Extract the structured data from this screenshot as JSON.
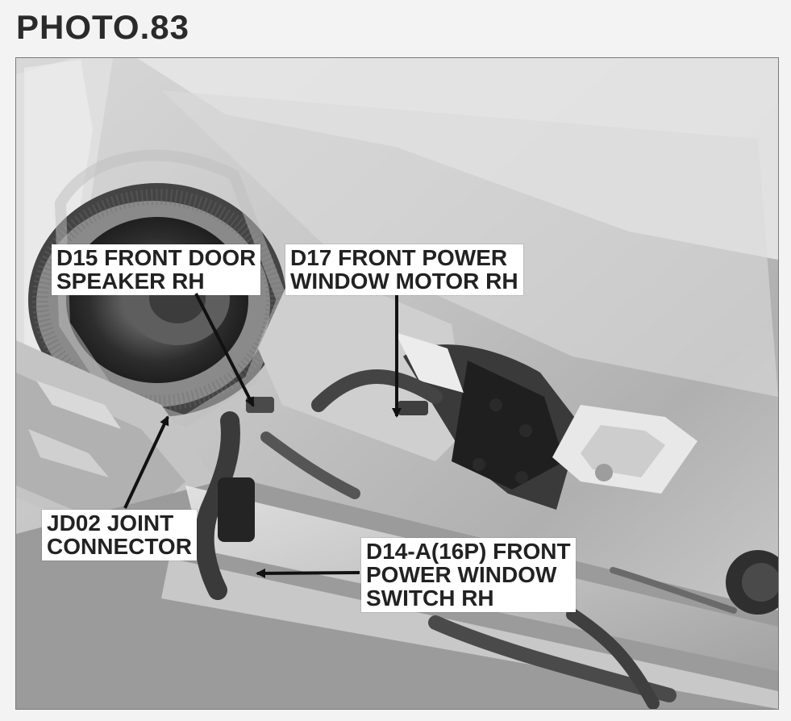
{
  "document": {
    "title": "PHOTO.83"
  },
  "callouts": {
    "d15": {
      "line1": "D15 FRONT DOOR",
      "line2": "SPEAKER RH"
    },
    "d17": {
      "line1": "D17 FRONT POWER",
      "line2": "WINDOW MOTOR RH"
    },
    "jd02": {
      "line1": "JD02 JOINT",
      "line2": "CONNECTOR"
    },
    "d14a": {
      "line1": "D14-A(16P) FRONT",
      "line2": "POWER WINDOW",
      "line3": "SWITCH RH"
    }
  }
}
